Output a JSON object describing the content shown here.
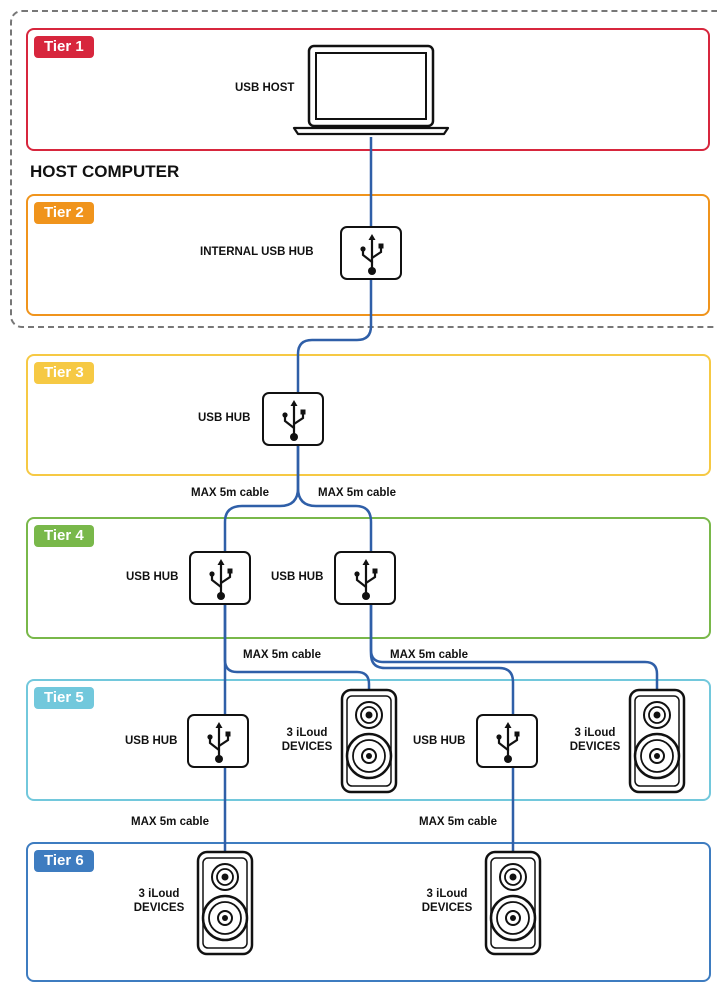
{
  "colors": {
    "tier1": "#d7263d",
    "tier2": "#f0941c",
    "tier3": "#f6c944",
    "tier4": "#79b84a",
    "tier5": "#72c8dc",
    "tier6": "#3e7cc0",
    "wire": "#2f5fa8",
    "dashed": "#777777"
  },
  "tiers": [
    {
      "label": "Tier 1"
    },
    {
      "label": "Tier 2"
    },
    {
      "label": "Tier 3"
    },
    {
      "label": "Tier 4"
    },
    {
      "label": "Tier 5"
    },
    {
      "label": "Tier 6"
    }
  ],
  "host_group_label": "HOST COMPUTER",
  "labels": {
    "usb_host": "USB HOST",
    "internal_hub": "INTERNAL USB HUB",
    "usb_hub": "USB HUB",
    "max_cable": "MAX 5m cable",
    "devices_line1": "3 iLoud",
    "devices_line2": "DEVICES"
  },
  "icons": {
    "hub": "usb-trident-icon",
    "host": "laptop-icon",
    "device": "studio-speaker-icon"
  }
}
